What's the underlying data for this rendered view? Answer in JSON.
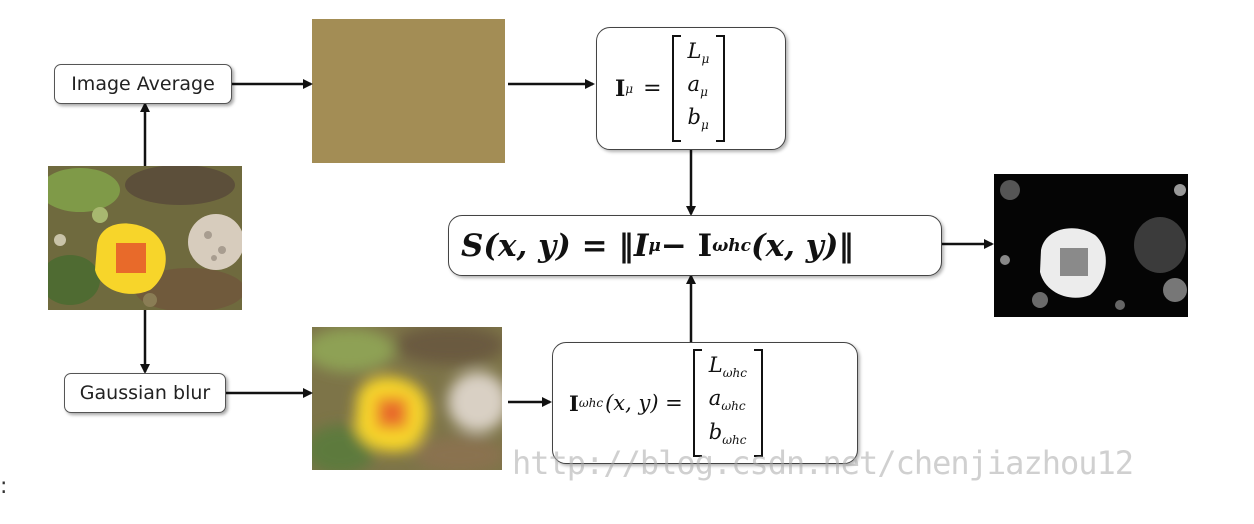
{
  "labels": {
    "image_average": "Image Average",
    "gaussian_blur": "Gaussian blur"
  },
  "equations": {
    "mean": {
      "lhs": "I",
      "lhs_sub": "μ",
      "eq": "=",
      "v1": "L",
      "v1_sub": "μ",
      "v2": "a",
      "v2_sub": "μ",
      "v3": "b",
      "v3_sub": "μ"
    },
    "saliency": {
      "text": "S(x, y) = ‖I",
      "mu": "μ",
      "minus": " − I",
      "omega": "ωhc",
      "tail": "(x, y)‖"
    },
    "blur": {
      "lhs": "I",
      "lhs_sub": "ωhc",
      "args": "(x, y) =",
      "v1": "L",
      "v2": "a",
      "v3": "b",
      "sub": "ωhc"
    }
  },
  "colors": {
    "average_swatch": "#A38D55",
    "arrow": "#111111"
  },
  "watermark": "http://blog.csdn.net/chenjiazhou12",
  "stray_char": ":"
}
